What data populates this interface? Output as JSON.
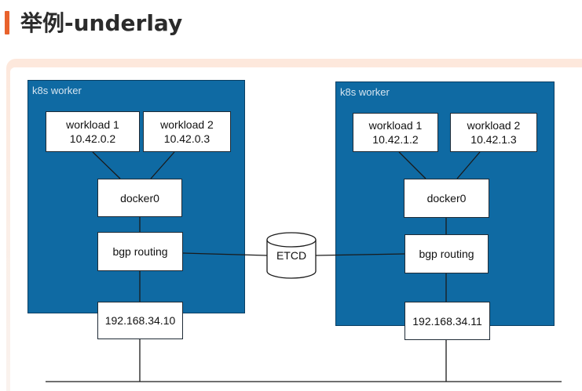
{
  "header": {
    "title": "举例-underlay"
  },
  "colors": {
    "accent": "#e8622c",
    "worker_fill": "#0f6aa3",
    "wire": "#1a1a1a"
  },
  "diagram": {
    "workers": [
      {
        "label": "k8s worker",
        "workload1": {
          "name": "workload 1",
          "ip": "10.42.0.2"
        },
        "workload2": {
          "name": "workload 2",
          "ip": "10.42.0.3"
        },
        "bridge": "docker0",
        "routing": "bgp routing",
        "host_ip": "192.168.34.10"
      },
      {
        "label": "k8s worker",
        "workload1": {
          "name": "workload 1",
          "ip": "10.42.1.2"
        },
        "workload2": {
          "name": "workload 2",
          "ip": "10.42.1.3"
        },
        "bridge": "docker0",
        "routing": "bgp routing",
        "host_ip": "192.168.34.11"
      }
    ],
    "etcd": "ETCD"
  }
}
